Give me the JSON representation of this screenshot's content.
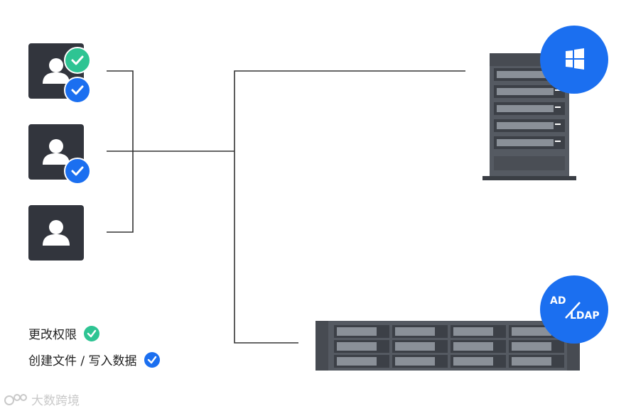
{
  "colors": {
    "user_box": "#32353d",
    "badge_green": "#2ec493",
    "badge_blue": "#1b6ff0",
    "line": "#333333",
    "server_dark": "#555a62"
  },
  "users": [
    {
      "icon": "user-icon",
      "badges": [
        "check-green",
        "check-blue"
      ]
    },
    {
      "icon": "user-icon",
      "badges": [
        "check-blue"
      ]
    },
    {
      "icon": "user-icon",
      "badges": []
    }
  ],
  "windows_server": {
    "badge_icon": "windows-logo-icon"
  },
  "nas": {
    "badge_line1": "AD",
    "badge_line2": "LDAP"
  },
  "legend": [
    {
      "label": "更改权限",
      "icon": "check-green"
    },
    {
      "label": "创建文件 / 写入数据",
      "icon": "check-blue"
    }
  ],
  "watermark": {
    "text": "大数跨境"
  }
}
